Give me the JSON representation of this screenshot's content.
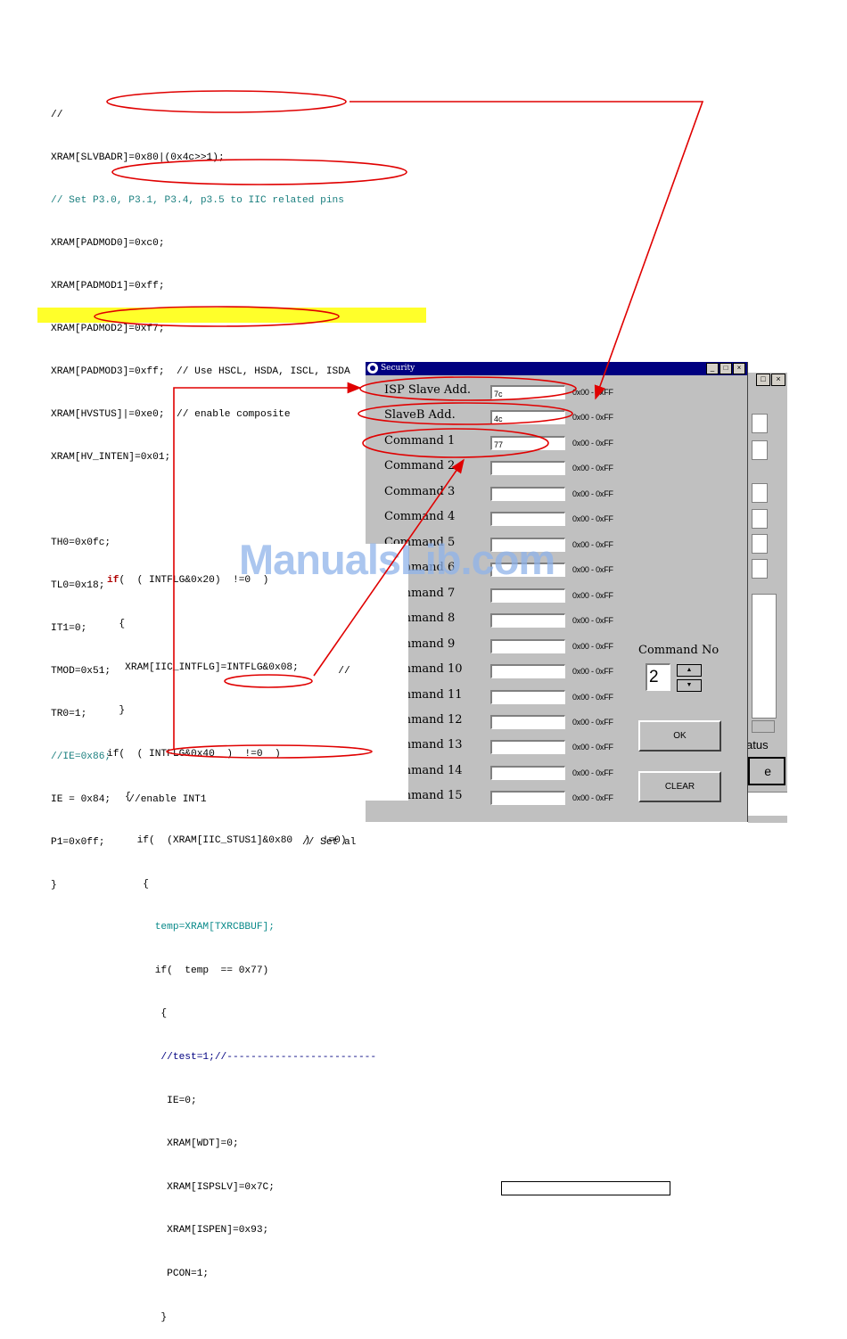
{
  "top_code": [
    "//",
    "XRAM[SLVBADR]=0x80|(0x4c>>1);",
    "// Set P3.0, P3.1, P3.4, p3.5 to IIC related pins",
    "XRAM[PADMOD0]=0xc0;",
    "XRAM[PADMOD1]=0xff;",
    "XRAM[PADMOD2]=0xf7;",
    "XRAM[PADMOD3]=0xff;  // Use HSCL, HSDA, ISCL, ISDA",
    "XRAM[HVSTUS]|=0xe0;  // enable composite",
    "XRAM[HV_INTEN]=0x01;",
    "",
    "TH0=0x0fc;",
    "TL0=0x18;",
    "IT1=0;",
    "TMOD=0x51;                                      //",
    "TR0=1;",
    "//IE=0x86;",
    "IE = 0x84;   //enable INT1",
    "P1=0x0ff;                                 // Set al",
    "}"
  ],
  "bottom_code": [
    "if(  ( INTFLG&0x20)  !=0  )",
    "  {",
    "   XRAM[IIC_INTFLG]=INTFLG&0x08;",
    "  }",
    "if(  ( INTFLG&0x40  )  !=0  )",
    "   {",
    "     if(  (XRAM[IIC_STUS1]&0x80  )  !=0)",
    "      {",
    "        temp=XRAM[TXRCBBUF];",
    "        if(  temp  == 0x77)",
    "         {",
    "         //test=1;//-------------------------",
    "          IE=0;",
    "          XRAM[WDT]=0;",
    "          XRAM[ISPSLV]=0x7C;",
    "          XRAM[ISPEN]=0x93;",
    "          PCON=1;",
    "         }"
  ],
  "window": {
    "title": "Security",
    "minimize": "_",
    "maximize": "□",
    "close": "×",
    "rows": [
      {
        "label": "ISP Slave Add.",
        "value": "7c",
        "range": "0x00 - 0xFF"
      },
      {
        "label": "SlaveB Add.",
        "value": "4c",
        "range": "0x00 - 0xFF"
      },
      {
        "label": "Command 1",
        "value": "77",
        "range": "0x00 - 0xFF"
      },
      {
        "label": "Command 2",
        "value": "",
        "range": "0x00 - 0xFF"
      },
      {
        "label": "Command 3",
        "value": "",
        "range": "0x00 - 0xFF"
      },
      {
        "label": "Command 4",
        "value": "",
        "range": "0x00 - 0xFF"
      },
      {
        "label": "Command 5",
        "value": "",
        "range": "0x00 - 0xFF"
      },
      {
        "label": "Command 6",
        "value": "",
        "range": "0x00 - 0xFF"
      },
      {
        "label": "Command 7",
        "value": "",
        "range": "0x00 - 0xFF"
      },
      {
        "label": "Command 8",
        "value": "",
        "range": "0x00 - 0xFF"
      },
      {
        "label": "Command 9",
        "value": "",
        "range": "0x00 - 0xFF"
      },
      {
        "label": "Command 10",
        "value": "",
        "range": "0x00 - 0xFF"
      },
      {
        "label": "Command 11",
        "value": "",
        "range": "0x00 - 0xFF"
      },
      {
        "label": "Command 12",
        "value": "",
        "range": "0x00 - 0xFF"
      },
      {
        "label": "Command 13",
        "value": "",
        "range": "0x00 - 0xFF"
      },
      {
        "label": "Command 14",
        "value": "",
        "range": "0x00 - 0xFF"
      },
      {
        "label": "Command 15",
        "value": "",
        "range": "0x00 - 0xFF"
      }
    ],
    "command_no_label": "Command No",
    "command_no_value": "2",
    "spin_up": "▲",
    "spin_down": "▼",
    "ok_label": "OK",
    "clear_label": "CLEAR"
  },
  "background_window": {
    "status_text": "atus",
    "button_text": "e"
  },
  "watermark": "ManualsLib.com",
  "colors": {
    "annotation": "#e00000",
    "highlight": "#ffff2a",
    "titlebar": "#000080",
    "window": "#c0c0c0"
  }
}
